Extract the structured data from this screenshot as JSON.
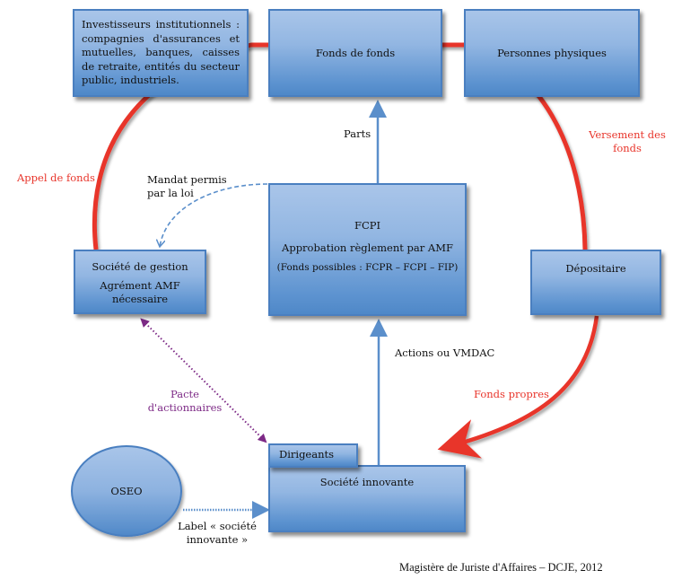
{
  "colors": {
    "box_fill_top": "#a9c5e9",
    "box_fill_bottom": "#4f88c8",
    "box_border": "#4a7fc0",
    "flow_red": "#e8342a",
    "pact_purple": "#7d2a86",
    "connector_blue": "#5b8fcb"
  },
  "nodes": {
    "investisseurs": "Investisseurs institutionnels : compagnies d'assurances et mutuelles, banques, caisses de retraite, entités du secteur public, industriels.",
    "fonds_de_fonds": "Fonds de fonds",
    "personnes_physiques": "Personnes physiques",
    "fcpi": {
      "title": "FCPI",
      "subtitle": "Approbation règlement par AMF",
      "note": "(Fonds possibles : FCPR – FCPI – FIP)"
    },
    "societe_gestion": {
      "title": "Société de gestion",
      "subtitle_line1": "Agrément AMF",
      "subtitle_line2": "nécessaire"
    },
    "depositaire": "Dépositaire",
    "dirigeants": "Dirigeants",
    "societe_innovante": "Société innovante",
    "oseo": "OSEO"
  },
  "edges": {
    "appel_de_fonds": "Appel de fonds",
    "versement_line1": "Versement des",
    "versement_line2": "fonds",
    "mandat_line1": "Mandat permis",
    "mandat_line2": "par la loi",
    "parts": "Parts",
    "actions": "Actions ou VMDAC",
    "fonds_propres": "Fonds propres",
    "pacte_line1": "Pacte",
    "pacte_line2": "d'actionnaires",
    "label_line1": "Label « société",
    "label_line2": "innovante »"
  },
  "footer": "Magistère de Juriste d'Affaires – DCJE, 2012"
}
